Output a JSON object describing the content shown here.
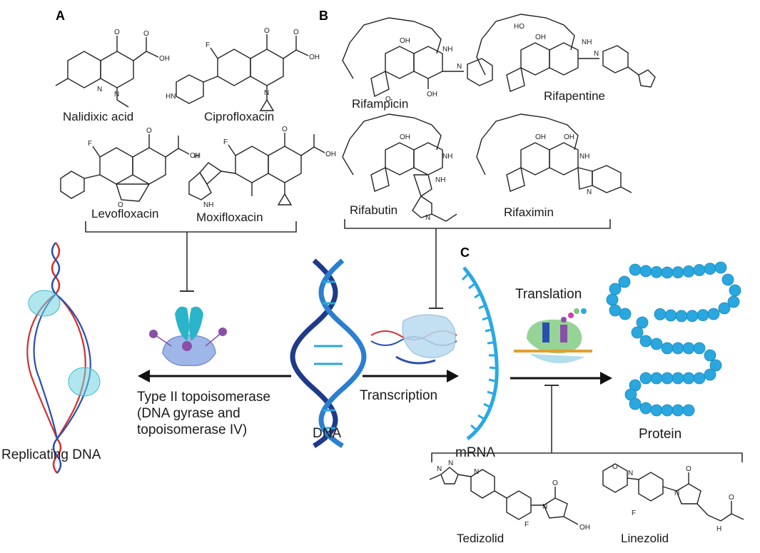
{
  "panels": {
    "a": "A",
    "b": "B",
    "c": "C"
  },
  "drugs": {
    "nalidixic": "Nalidixic acid",
    "ciprofloxacin": "Ciprofloxacin",
    "levofloxacin": "Levofloxacin",
    "moxifloxacin": "Moxifloxacin",
    "rifampicin": "Rifampicin",
    "rifapentine": "Rifapentine",
    "rifabutin": "Rifabutin",
    "rifaximin": "Rifaximin",
    "tedizolid": "Tedizolid",
    "linezolid": "Linezolid"
  },
  "process": {
    "replicating_dna": "Replicating DNA",
    "topo_line1": "Type II topoisomerase",
    "topo_line2": "(DNA gyrase and",
    "topo_line3": "topoisomerase IV)",
    "dna": "DNA",
    "transcription": "Transcription",
    "mrna": "mRNA",
    "translation": "Translation",
    "protein": "Protein"
  },
  "atoms": {
    "o": "O",
    "oh": "OH",
    "n": "N",
    "f": "F",
    "nh": "NH",
    "h": "H",
    "hn": "HN",
    "ho": "HO"
  },
  "colors": {
    "dna_dark": "#1f3a8a",
    "dna_light": "#2aa7d8",
    "mrna": "#29a9e1",
    "protein": "#2aa7de",
    "strand_red": "#d43030",
    "strand_blue": "#2a4fb0",
    "enzyme_cyan": "#6fd3e0"
  }
}
